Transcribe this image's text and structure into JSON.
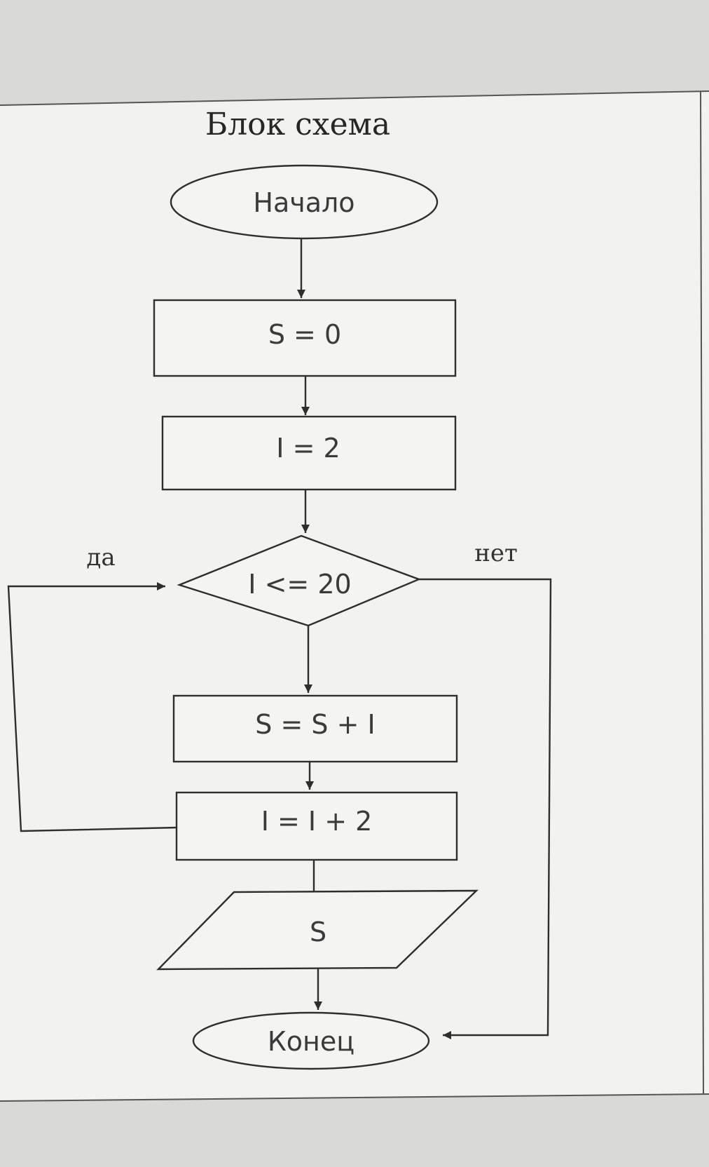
{
  "title": "Блок схема",
  "nodes": {
    "start": "Начало",
    "init_s": "S = 0",
    "init_i": "I = 2",
    "condition": "I <= 20",
    "accumulate": "S = S + I",
    "increment": "I = I + 2",
    "output": "S",
    "end": "Конец"
  },
  "branches": {
    "yes": "да",
    "no": "нет"
  }
}
